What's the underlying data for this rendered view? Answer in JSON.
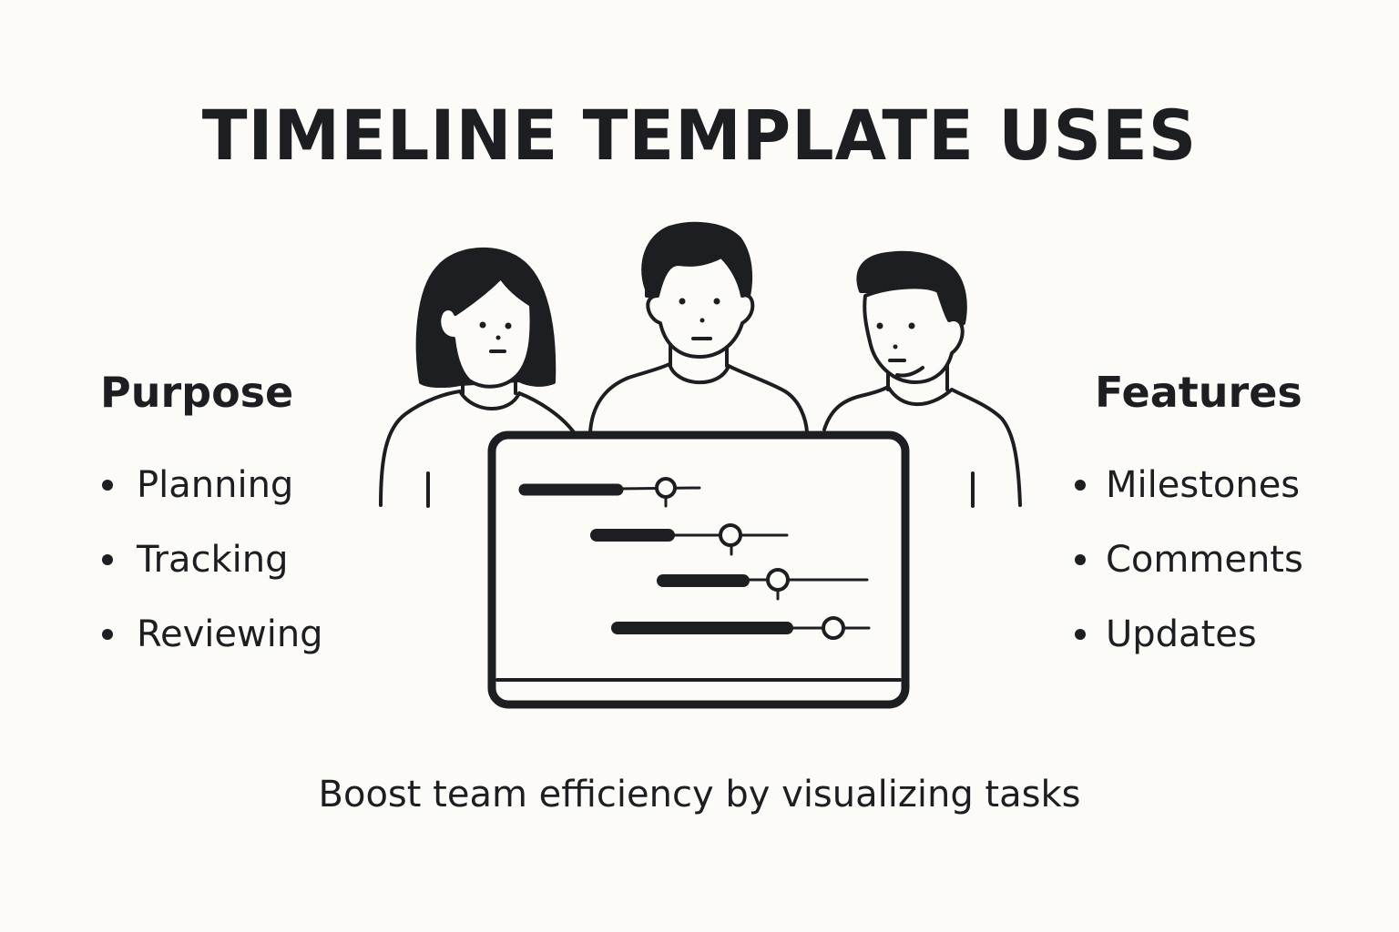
{
  "title": "TIMELINE TEMPLATE USES",
  "purpose": {
    "heading": "Purpose",
    "items": [
      "Planning",
      "Tracking",
      "Reviewing"
    ]
  },
  "features": {
    "heading": "Features",
    "items": [
      "Milestones",
      "Comments",
      "Updates"
    ]
  },
  "illustration": {
    "people": [
      "woman-with-bob-hair",
      "man-center",
      "man-right"
    ],
    "screen": "timeline-monitor",
    "timeline_rows": 4
  },
  "tagline": "Boost team efficiency by visualizing tasks",
  "colors": {
    "background": "#fcfbf7",
    "ink": "#1d1e22"
  }
}
